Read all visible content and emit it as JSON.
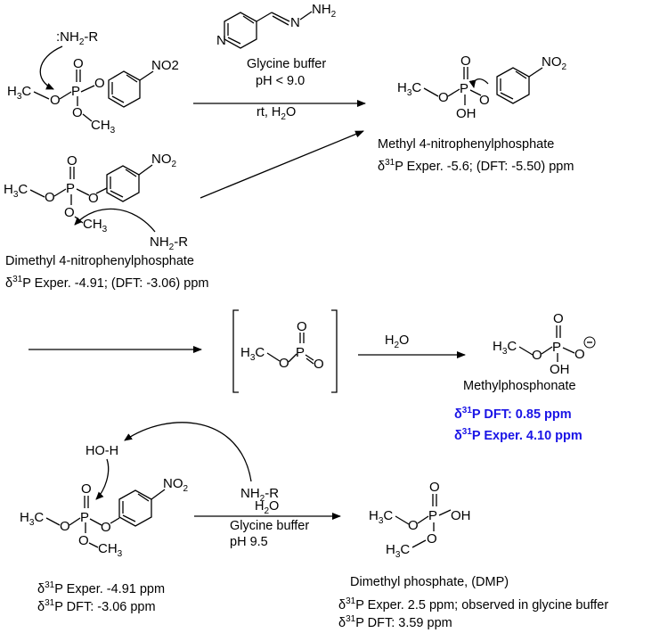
{
  "diagram": {
    "top_reaction": {
      "reagent_conditions": {
        "hydrazine_label": "NH2",
        "buffer": "Glycine buffer",
        "ph": "pH < 9.0",
        "temp": "rt, H2O"
      },
      "nucleophile": ":NH2-R",
      "start_1": {
        "substituent": "NO2"
      },
      "start_2": {
        "name": "Dimethyl 4-nitrophenylphosphate",
        "nmr": "P  Exper. -4.91; (DFT: -3.06) ppm",
        "nucleophile": "NH2-R"
      },
      "product": {
        "name": "Methyl 4-nitrophenylphosphate",
        "nmr": "P Exper.  -5.6; (DFT:  -5.50) ppm"
      }
    },
    "middle_reaction": {
      "reagent": "H2O",
      "product": {
        "name": "Methylphosphonate",
        "nmr_dft": "P DFT: 0.85 ppm",
        "nmr_exp": "P Exper. 4.10 ppm"
      }
    },
    "bottom_reaction": {
      "water": "HO-H",
      "nucleophile": "NH2-R",
      "reagent": "H2O",
      "buffer": "Glycine buffer",
      "ph": "pH 9.5",
      "start": {
        "nmr_exp": "P Exper. -4.91 ppm",
        "nmr_dft": "P DFT: -3.06 ppm"
      },
      "product": {
        "name": "Dimethyl phosphate, (DMP)",
        "nmr_exp": "P Exper. 2.5 ppm; observed in glycine buffer",
        "nmr_dft": "P DFT: 3.59 ppm"
      }
    },
    "delta_symbol": "δ",
    "isotope": "31"
  }
}
